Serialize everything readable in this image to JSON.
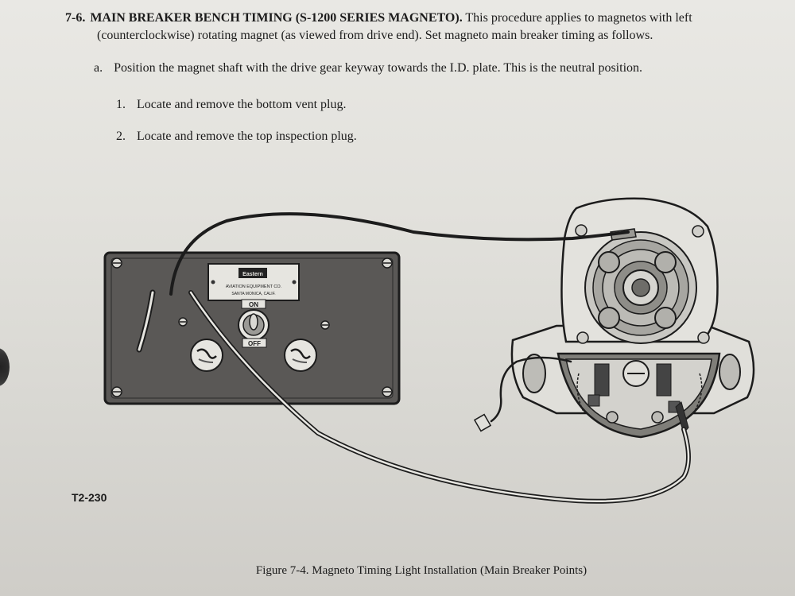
{
  "section": {
    "number": "7-6.",
    "title": "MAIN BREAKER BENCH TIMING (S-1200 SERIES MAGNETO).",
    "intro_line1": "This procedure applies to magnetos with left",
    "intro_line2": "(counterclockwise) rotating magnet (as viewed from drive end).  Set magneto main breaker timing as follows."
  },
  "steps": [
    {
      "label": "a.",
      "text": "Position the magnet shaft with the drive gear keyway towards the I.D. plate.  This is the neutral position."
    },
    {
      "label": "1.",
      "text": "Locate and remove the bottom vent plug."
    },
    {
      "label": "2.",
      "text": "Locate and remove the top inspection plug."
    }
  ],
  "figure": {
    "code": "T2-230",
    "caption": "Figure 7-4.  Magneto Timing Light Installation (Main Breaker Points)",
    "switch_on": "ON",
    "switch_off": "OFF",
    "plate_brand": "Eastern",
    "plate_line1": "AVIATION EQUIPMENT CO.",
    "plate_line2": "SANTA MONICA, CALIF."
  },
  "colors": {
    "paper": "#e4e3de",
    "ink": "#1b1b1b",
    "box_fill": "#585654"
  }
}
